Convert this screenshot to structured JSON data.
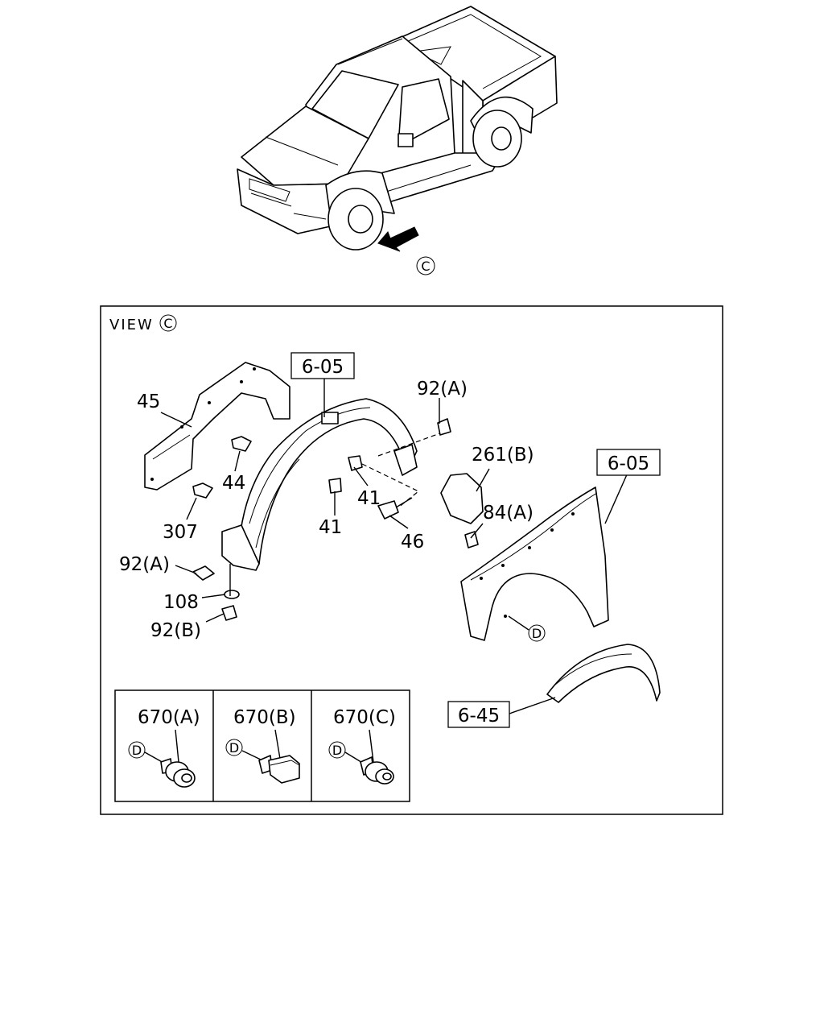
{
  "view_title": "VIEW",
  "view_marker": "C",
  "detail_marker": "D",
  "callouts": {
    "ref_605_left": "6-05",
    "ref_605_right": "6-05",
    "ref_645": "6-45",
    "p45": "45",
    "p44": "44",
    "p307": "307",
    "p92a_top": "92(A)",
    "p92a_left": "92(A)",
    "p108": "108",
    "p92b": "92(B)",
    "p41_center": "41",
    "p41_lower": "41",
    "p46": "46",
    "p261b": "261(B)",
    "p84a": "84(A)"
  },
  "clip_variants": [
    {
      "label": "670(A)"
    },
    {
      "label": "670(B)"
    },
    {
      "label": "670(C)"
    }
  ]
}
